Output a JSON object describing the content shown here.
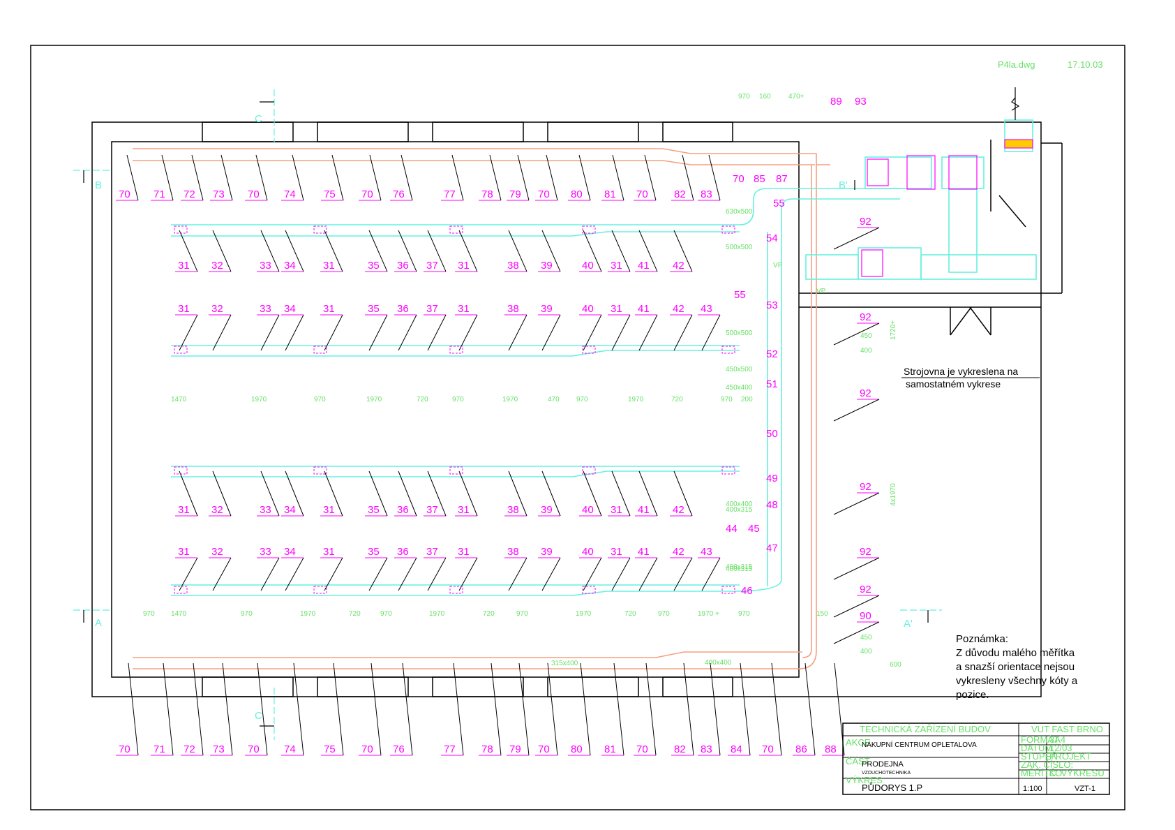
{
  "header": {
    "file": "P4la.dwg",
    "date": "17.10.03"
  },
  "rooms": {
    "plant_note_1": "Strojovna je vykreslena na",
    "plant_note_2": "samostatném vykrese"
  },
  "note": {
    "title": "Poznámka:",
    "lines": [
      "Z důvodu malého měřítka",
      "a snazší orientace nejsou",
      "vykresleny všechny kóty a",
      "pozice."
    ]
  },
  "sections": {
    "a": "A",
    "a2": "A'",
    "b": "B",
    "b2": "B'",
    "c": "C"
  },
  "title_block": {
    "subject": "TECHNICKÁ ZAŘÍZENÍ BUDOV",
    "school": "VUT FAST BRNO",
    "project": "NÁKUPNÍ CENTRUM OPLETALOVA",
    "part": "PRODEJNA",
    "part_sub": "VZDUCHOTECHNIKA",
    "drawing": "PŮDORYS 1.P",
    "format_label": "FORMÁT",
    "format_value": "3A4",
    "date_label": "DATUM",
    "date_value": "12/03",
    "stage_label": "STUPEŇ",
    "stage_value": "PROJEKT",
    "order_label": "ZAK. ČÍSLO:",
    "scale_label": "MĚŘÍTKO",
    "scale_value": "1:100",
    "number_label": "Č. VÝKRESU",
    "number_value": "VZT-1",
    "row_labels": [
      "AKCE",
      "ČÁST",
      "VÝKRES"
    ]
  },
  "labels": {
    "top_row": [
      "70",
      "71",
      "72",
      "73",
      "70",
      "74",
      "75",
      "70",
      "76",
      "77",
      "78",
      "79",
      "70",
      "80",
      "81",
      "70",
      "82",
      "83"
    ],
    "bottom_row": [
      "70",
      "71",
      "72",
      "73",
      "70",
      "74",
      "75",
      "70",
      "76",
      "77",
      "78",
      "79",
      "70",
      "80",
      "81",
      "70",
      "82",
      "83",
      "84",
      "70",
      "86",
      "88"
    ],
    "branch_a": [
      "31",
      "32",
      "33",
      "34",
      "31",
      "35",
      "36",
      "37",
      "31",
      "38",
      "39",
      "40",
      "31",
      "41",
      "42"
    ],
    "branch_b": [
      "31",
      "32",
      "33",
      "34",
      "31",
      "35",
      "36",
      "37",
      "31",
      "38",
      "39",
      "40",
      "31",
      "41",
      "42",
      "43"
    ],
    "riser": [
      "55",
      "54",
      "55",
      "53",
      "52",
      "51",
      "50",
      "49",
      "48",
      "47",
      "46",
      "44",
      "45"
    ],
    "exhaust_92": [
      "92",
      "92",
      "92",
      "92",
      "92",
      "92",
      "90"
    ],
    "top_right": [
      "70",
      "85",
      "87",
      "89",
      "93"
    ]
  },
  "dims": {
    "duct_sizes": [
      "630x500",
      "500x500",
      "500x500",
      "450x500",
      "450x400",
      "400x315",
      "400x400",
      "400x315",
      "400x315",
      "315x400",
      "400x400"
    ],
    "vp": "VP",
    "upper_dims": [
      "1470",
      "1970",
      "970",
      "1970",
      "720",
      "970",
      "1970",
      "470",
      "970",
      "1970",
      "720",
      "970",
      "200"
    ],
    "lower_dims": [
      "970",
      "1470",
      "970",
      "1970",
      "720",
      "970",
      "1970",
      "720",
      "970",
      "1970",
      "720",
      "970",
      "1970 +",
      "970"
    ],
    "right_vertical": [
      "1720+",
      "4x1970"
    ],
    "small": [
      "450",
      "400",
      "450",
      "400",
      "600",
      "150",
      "470+",
      "160",
      "970"
    ]
  },
  "colors": {
    "supply": "#66f0e0",
    "exhaust": "#f5a080",
    "labels": "#ff00ff",
    "dims": "#66e066"
  }
}
